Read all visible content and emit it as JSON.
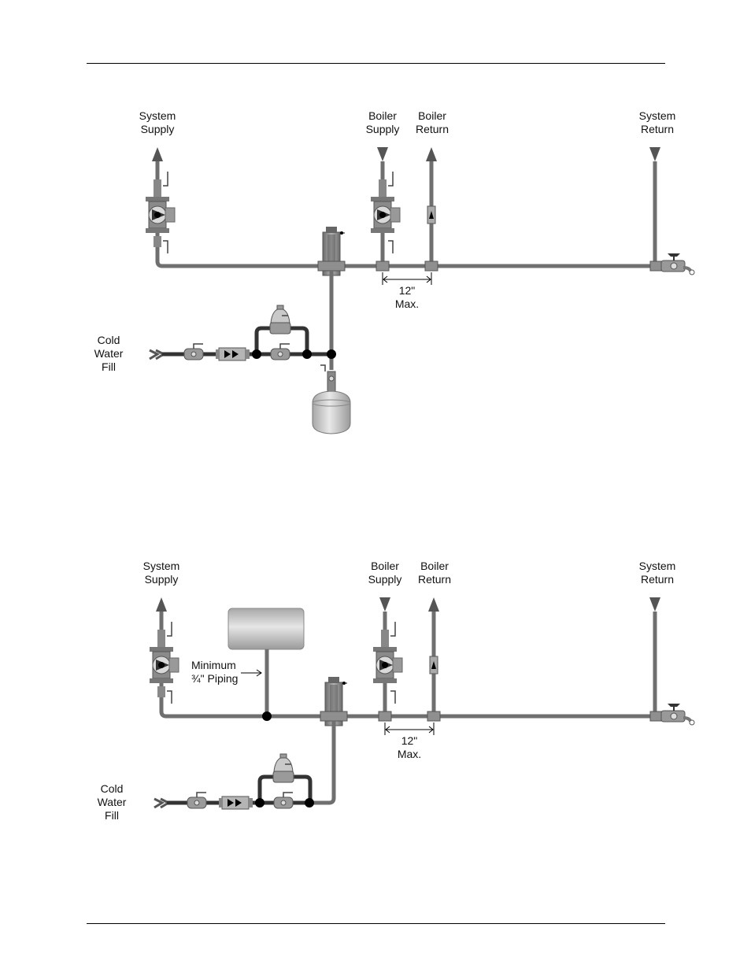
{
  "diagrams": [
    {
      "labels": {
        "system_supply": [
          "System",
          "Supply"
        ],
        "boiler_supply": [
          "Boiler",
          "Supply"
        ],
        "boiler_return": [
          "Boiler",
          "Return"
        ],
        "system_return": [
          "System",
          "Return"
        ],
        "dimension": [
          "12\"",
          "Max."
        ],
        "cold_water_fill": [
          "Cold",
          "Water",
          "Fill"
        ]
      }
    },
    {
      "labels": {
        "system_supply": [
          "System",
          "Supply"
        ],
        "boiler_supply": [
          "Boiler",
          "Supply"
        ],
        "boiler_return": [
          "Boiler",
          "Return"
        ],
        "system_return": [
          "System",
          "Return"
        ],
        "dimension": [
          "12\"",
          "Max."
        ],
        "cold_water_fill": [
          "Cold",
          "Water",
          "Fill"
        ],
        "piping_note": [
          "Minimum",
          "¾\" Piping"
        ]
      }
    }
  ],
  "colors": {
    "pipe": "#6f6f6f",
    "pipe_dark": "#333333",
    "fitting": "#8c8c8c",
    "tank": "#c8c8c8",
    "junction": "#000000"
  }
}
